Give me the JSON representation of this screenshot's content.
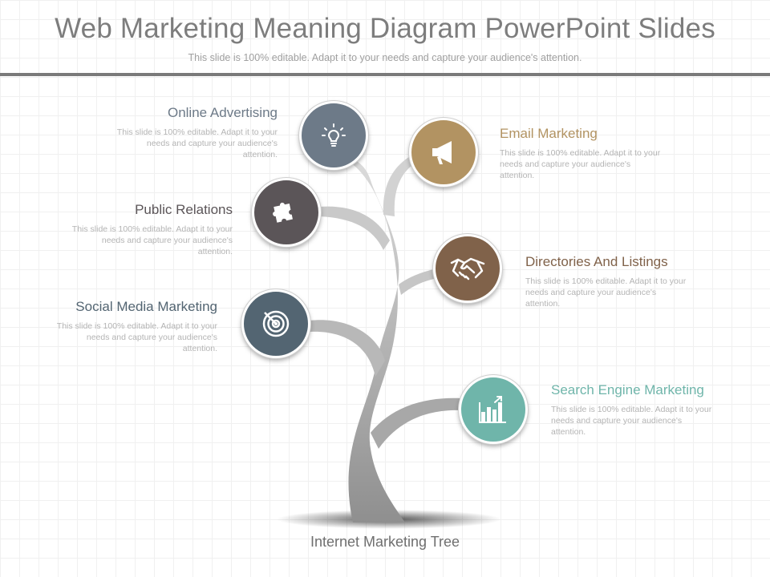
{
  "header": {
    "title": "Web Marketing Meaning Diagram PowerPoint Slides",
    "subtitle": "This slide is 100% editable. Adapt it to your needs and capture your audience's attention."
  },
  "nodes": [
    {
      "title": "Online Advertising",
      "desc": "This slide is 100% editable. Adapt it to your needs and capture your audience's attention.",
      "color": "#6d7a88",
      "icon": "lightbulb-icon"
    },
    {
      "title": "Public Relations",
      "desc": "This slide is 100% editable. Adapt it to your needs and capture your audience's attention.",
      "color": "#5b5558",
      "icon": "puzzle-icon"
    },
    {
      "title": "Social Media Marketing",
      "desc": "This slide is 100% editable. Adapt it to your needs and capture your audience's attention.",
      "color": "#536572",
      "icon": "target-icon"
    },
    {
      "title": "Email Marketing",
      "desc": "This slide is 100% editable. Adapt it to your needs and capture your audience's attention.",
      "color": "#b29362",
      "icon": "megaphone-icon"
    },
    {
      "title": "Directories And Listings",
      "desc": "This slide is 100% editable. Adapt it to your needs and capture your audience's attention.",
      "color": "#80624a",
      "icon": "handshake-icon"
    },
    {
      "title": "Search Engine Marketing",
      "desc": "This slide is 100% editable. Adapt it to your needs and capture your audience's attention.",
      "color": "#6fb5aa",
      "icon": "bar-chart-icon"
    }
  ],
  "footer": {
    "caption": "Internet Marketing Tree"
  }
}
